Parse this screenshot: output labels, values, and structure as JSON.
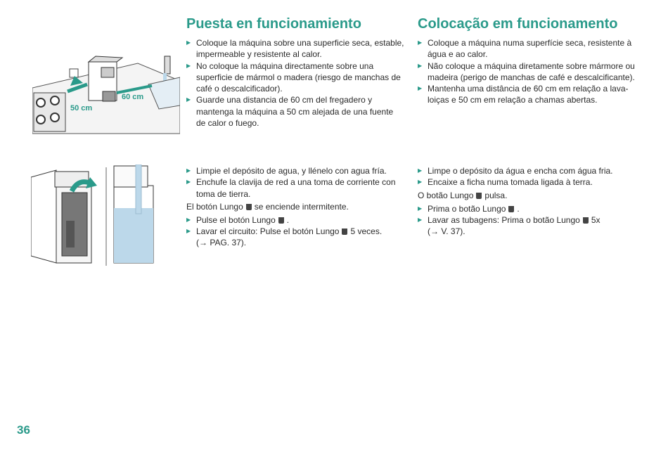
{
  "es": {
    "title": "Puesta en funcionamiento",
    "section1": [
      "Coloque la máquina sobre una superficie seca, estable, impermeable y resistente al calor.",
      "No coloque la máquina directamente sobre una superficie de mármol o madera (riesgo de manchas de café o descalcificador).",
      "Guarde una distancia de 60 cm del fregadero y mantenga la máquina a 50 cm alejada de una fuente de calor o fuego."
    ],
    "s2_item1": "Limpie el depósito de agua, y llénelo con agua fría.",
    "s2_item2": "Enchufe la clavija de red a una toma de corriente con toma de tierra.",
    "s2_text": "El botón Lungo",
    "s2_text_end": "se enciende intermitente.",
    "s2_item3": "Pulse el botón Lungo",
    "s2_item4a": "Lavar el circuito: Pulse el botón Lungo",
    "s2_item4b": "5 veces.",
    "s2_item4c": "(→ PAG. 37)."
  },
  "pt": {
    "title": "Colocação em funcionamento",
    "section1": [
      "Coloque a máquina numa superfície seca, resistente à água e ao calor.",
      "Não coloque a máquina diretamente sobre mármore ou madeira (perigo de manchas de café e descalcificante).",
      "Mantenha uma distância de 60 cm em relação a lava-loiças e 50 cm em relação a chamas abertas."
    ],
    "s2_item1": "Limpe o depósito da água e encha com água fria.",
    "s2_item2": "Encaixe a ficha numa tomada ligada à terra.",
    "s2_text": "O botão Lungo",
    "s2_text_end": "pulsa.",
    "s2_item3": "Prima o botão Lungo",
    "s2_item4a": "Lavar as tubagens: Prima o botão Lungo",
    "s2_item4b": "5x",
    "s2_item4c": "(→ V. 37)."
  },
  "figure1": {
    "label_50": "50 cm",
    "label_60": "60 cm"
  },
  "page_number": "36",
  "colors": {
    "accent": "#2a9a8a",
    "water": "#bcd8ea"
  },
  "icons": [
    "lungo-cup-icon",
    "bullet-triangle-icon"
  ]
}
